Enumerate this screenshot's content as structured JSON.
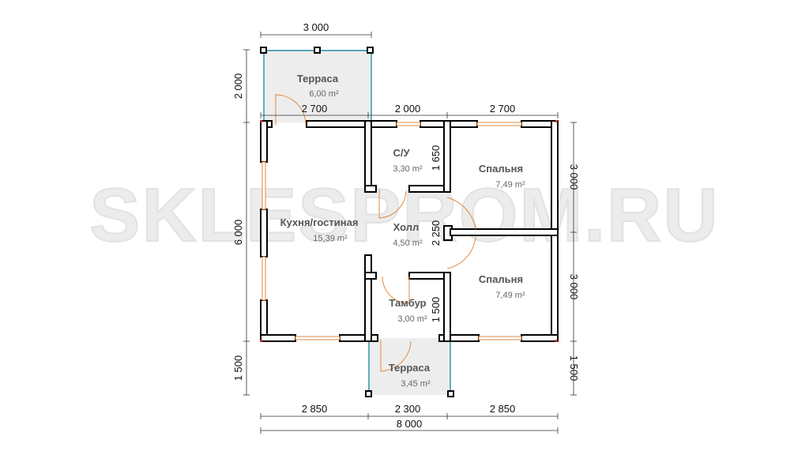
{
  "watermark": "SKLESPROM.RU",
  "rooms": {
    "terrace_top": {
      "name": "Терраса",
      "area": "6,00 m²"
    },
    "kitchen": {
      "name": "Кухня/гостиная",
      "area": "15,39 m²"
    },
    "wc": {
      "name": "С/У",
      "area": "3,30 m²"
    },
    "hall": {
      "name": "Холл",
      "area": "4,50 m²"
    },
    "vestibule": {
      "name": "Тамбур",
      "area": "3,00 m²"
    },
    "bedroom_top": {
      "name": "Спальня",
      "area": "7,49 m²"
    },
    "bedroom_bottom": {
      "name": "Спальня",
      "area": "7,49 m²"
    },
    "terrace_bottom": {
      "name": "Терраса",
      "area": "3,45 m²"
    }
  },
  "dimensions": {
    "terrace_top_width": "3 000",
    "terrace_top_depth": "2 000",
    "top_seg_1": "2 700",
    "top_seg_2": "2 000",
    "top_seg_3": "2 700",
    "left_height": "6 000",
    "right_top": "3 000",
    "right_bottom": "3 000",
    "wc_depth": "1 650",
    "hall_depth": "2 250",
    "vestibule_depth": "1 500",
    "terrace_bottom_left": "1 500",
    "terrace_bottom_right": "1 500",
    "bottom_seg_1": "2 850",
    "bottom_seg_2": "2 300",
    "bottom_seg_3": "2 850",
    "total_width": "8 000"
  }
}
